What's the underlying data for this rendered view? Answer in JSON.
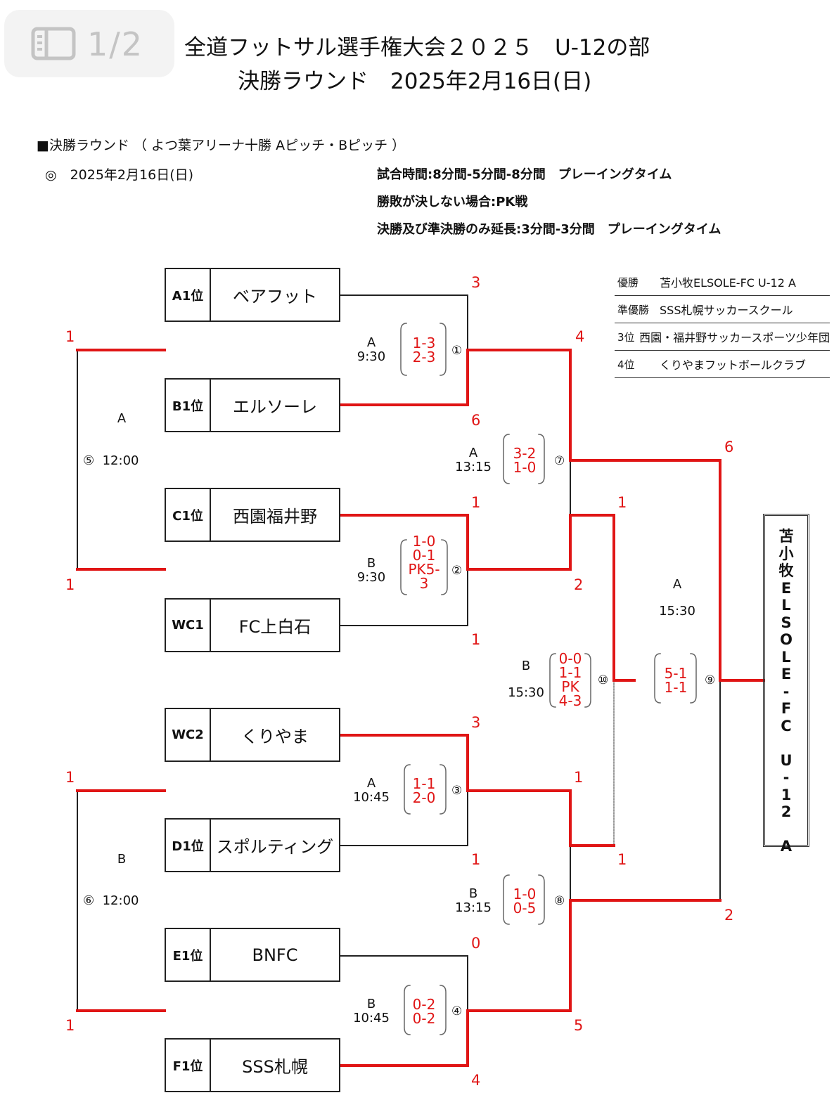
{
  "page_indicator": {
    "current": "1",
    "separator": "/",
    "total": "2",
    "icon": "sidebar-panel-icon"
  },
  "header": {
    "title_line1": "全道フットサル選手権大会２０２５　U-12の部",
    "title_line2": "決勝ラウンド　2025年2月16日(日)"
  },
  "info": {
    "venue": "■決勝ラウンド （ よつ葉アリーナ十勝 Aピッチ・Bピッチ ）",
    "date": "◎　2025年2月16日(日)",
    "rules": [
      "試合時間:8分間-5分間-8分間　プレーイングタイム",
      "勝敗が決しない場合:PK戦",
      "決勝及び準決勝のみ延長:3分間-3分間　プレーイングタイム"
    ]
  },
  "results": [
    {
      "rank": "優勝",
      "team": "苫小牧ELSOLE-FC U-12 A"
    },
    {
      "rank": "準優勝",
      "team": "SSS札幌サッカースクール"
    },
    {
      "rank": "3位",
      "team": "西園・福井野サッカースポーツ少年団"
    },
    {
      "rank": "4位",
      "team": "くりやまフットボールクラブ"
    }
  ],
  "teams": [
    {
      "seed": "A1位",
      "name": "ベアフット"
    },
    {
      "seed": "B1位",
      "name": "エルソーレ"
    },
    {
      "seed": "C1位",
      "name": "西園福井野"
    },
    {
      "seed": "WC1",
      "name": "FC上白石"
    },
    {
      "seed": "WC2",
      "name": "くりやま"
    },
    {
      "seed": "D1位",
      "name": "スポルティング"
    },
    {
      "seed": "E1位",
      "name": "BNFC"
    },
    {
      "seed": "F1位",
      "name": "SSS札幌"
    }
  ],
  "matches": {
    "m1": {
      "no": "①",
      "pitch": "A",
      "time": "9:30",
      "scores": [
        "1-3",
        "2-3"
      ],
      "top_score": "3",
      "bottom_score": "6"
    },
    "m2": {
      "no": "②",
      "pitch": "B",
      "time": "9:30",
      "scores": [
        "1-0",
        "0-1",
        "PK5-",
        "3"
      ],
      "top_score": "1",
      "bottom_score": "1"
    },
    "m3": {
      "no": "③",
      "pitch": "A",
      "time": "10:45",
      "scores": [
        "1-1",
        "2-0"
      ],
      "top_score": "3",
      "bottom_score": "1"
    },
    "m4": {
      "no": "④",
      "pitch": "B",
      "time": "10:45",
      "scores": [
        "0-2",
        "0-2"
      ],
      "top_score": "0",
      "bottom_score": "4"
    },
    "m5": {
      "no": "⑤",
      "pitch": "A",
      "time": "12:00",
      "top_score": "1",
      "bottom_score": "1"
    },
    "m6": {
      "no": "⑥",
      "pitch": "B",
      "time": "12:00",
      "top_score": "1",
      "bottom_score": "1"
    },
    "m7": {
      "no": "⑦",
      "pitch": "A",
      "time": "13:15",
      "scores": [
        "3-2",
        "1-0"
      ],
      "top_score": "4",
      "bottom_score": "2"
    },
    "m8": {
      "no": "⑧",
      "pitch": "B",
      "time": "13:15",
      "scores": [
        "1-0",
        "0-5"
      ],
      "top_score": "1",
      "bottom_score": "5"
    },
    "m9": {
      "no": "⑨",
      "pitch": "A",
      "time": "15:30",
      "scores": [
        "5-1",
        "1-1"
      ],
      "top_score": "6",
      "bottom_score": "2"
    },
    "m10": {
      "no": "⑩",
      "pitch": "B",
      "time": "15:30",
      "scores": [
        "0-0",
        "1-1",
        "PK",
        "4-3"
      ],
      "top_score": "1",
      "bottom_score": "1"
    }
  },
  "champion_vertical": [
    "苫",
    "小",
    "牧",
    "E",
    "L",
    "S",
    "O",
    "L",
    "E",
    "-",
    "F",
    "C",
    "",
    "U",
    "-",
    "1",
    "2",
    "",
    "A"
  ],
  "colors": {
    "winner_line": "#e01515",
    "line": "#222222",
    "page_indicator_bg": "#f3f3f3"
  }
}
